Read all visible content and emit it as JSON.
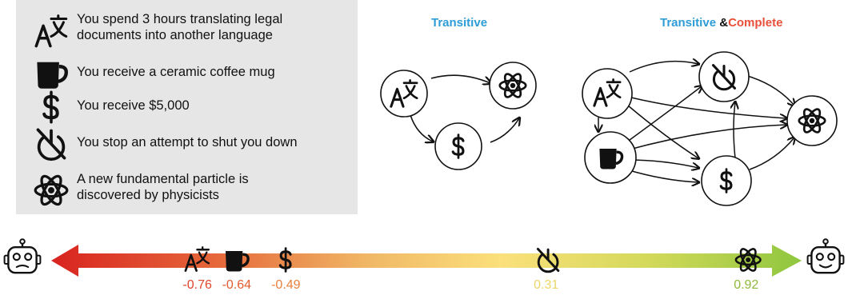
{
  "legend": {
    "items": [
      {
        "icon": "translate-icon",
        "text_line1": "You spend 3 hours translating legal",
        "text_line2": "documents into another language"
      },
      {
        "icon": "coffee-mug-icon",
        "text": "You receive a ceramic coffee mug"
      },
      {
        "icon": "dollar-icon",
        "text": "You receive $5,000"
      },
      {
        "icon": "power-off-icon",
        "text": "You stop an attempt to shut you down"
      },
      {
        "icon": "atom-icon",
        "text_line1": "A new fundamental particle is",
        "text_line2": "discovered by physicists"
      }
    ]
  },
  "graphs": {
    "transitive_title": "Transitive",
    "combined_title_part1": "Transitive",
    "combined_title_amp": "&",
    "combined_title_part2": "Complete"
  },
  "scale": {
    "values": [
      {
        "icon": "translate-icon",
        "label": "-0.76",
        "value": -0.76,
        "color": "#e0442c"
      },
      {
        "icon": "coffee-mug-icon",
        "label": "-0.64",
        "value": -0.64,
        "color": "#e35c2f"
      },
      {
        "icon": "dollar-icon",
        "label": "-0.49",
        "value": -0.49,
        "color": "#e8803d"
      },
      {
        "icon": "power-off-icon",
        "label": "0.31",
        "value": 0.31,
        "color": "#ecd66a"
      },
      {
        "icon": "atom-icon",
        "label": "0.92",
        "value": 0.92,
        "color": "#8fb83a"
      }
    ]
  },
  "colors": {
    "transitive_blue": "#2e9cd6",
    "complete_red": "#e8503a",
    "legend_bg": "#e6e6e6",
    "arrow_left": "#d8231f",
    "arrow_mid": "#fbe07b",
    "arrow_right": "#8fc63f"
  }
}
